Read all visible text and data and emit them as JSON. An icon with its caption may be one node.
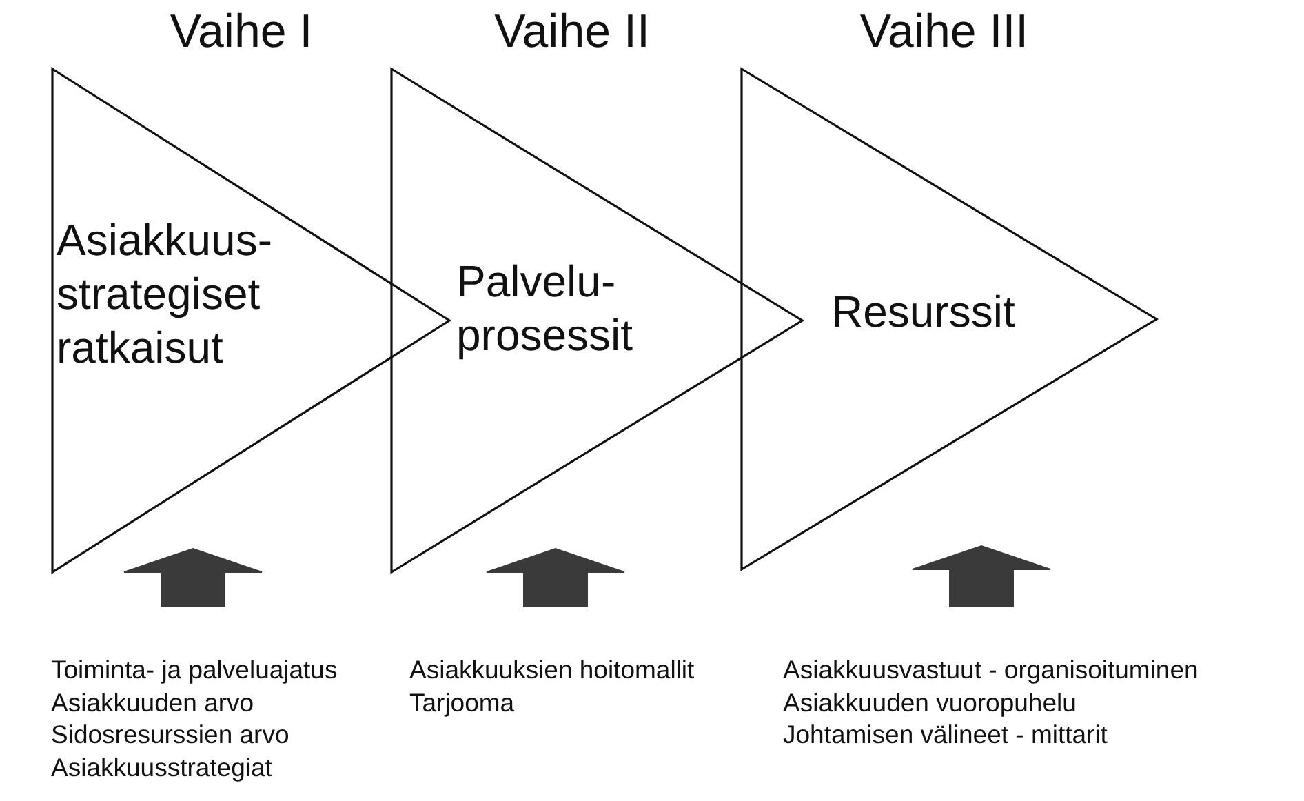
{
  "diagram": {
    "nodes": [
      {
        "text": [
          "Vaihe I",
          "Asiakkuus- strategiset ratkaisut"
        ]
      },
      {
        "text": [
          "Vaihe II",
          "Palvelu- prosessit"
        ]
      },
      {
        "text": [
          "Vaihe III",
          "Resurssit"
        ]
      },
      {
        "text": [
          "Toiminta- ja palveluajatus",
          "Asiakkuuden arvo",
          "Sidosresurssien arvo",
          "Asiakkuusstrategiat"
        ]
      },
      {
        "text": [
          "Asiakkuuksien hoitomallit",
          "Tarjooma"
        ]
      },
      {
        "text": [
          "Asiakkuusvastuut - organisoituminen",
          "Asiakkuuden vuoropuhelu",
          "Johtamisen välineet - mittarit"
        ]
      }
    ],
    "edges": [
      {
        "from": 3,
        "to": 0,
        "arrow": "to",
        "style": "thick"
      },
      {
        "from": 4,
        "to": 1,
        "arrow": "to",
        "style": "thick"
      },
      {
        "from": 5,
        "to": 2,
        "arrow": "to",
        "style": "thick"
      }
    ]
  }
}
